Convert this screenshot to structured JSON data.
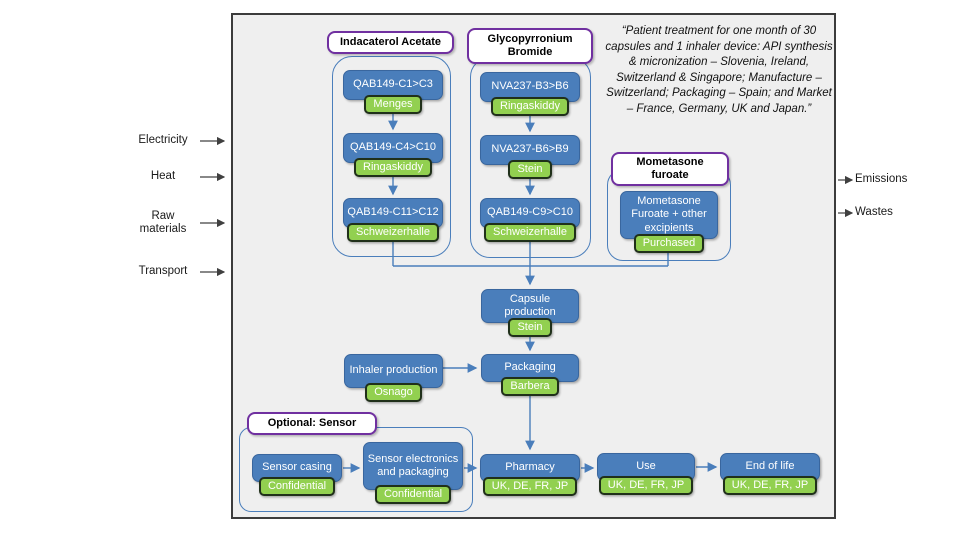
{
  "quote": {
    "text": "“Patient treatment for one month of 30 capsules and 1 inhaler device: API synthesis & micronization – Slovenia, Ireland, Switzerland & Singapore; Manufacture – Switzerland; Packaging – Spain; and Market – France, Germany, UK and Japan.”"
  },
  "boundary_inputs": [
    {
      "label": "Electricity"
    },
    {
      "label": "Heat"
    },
    {
      "label": "Raw materials"
    },
    {
      "label": "Transport"
    }
  ],
  "boundary_outputs": [
    {
      "label": "Emissions"
    },
    {
      "label": "Wastes"
    }
  ],
  "groups": {
    "indacaterol": {
      "title": "Indacaterol Acetate",
      "steps": [
        {
          "label": "QAB149-C1>C3",
          "site": "Menges"
        },
        {
          "label": "QAB149-C4>C10",
          "site": "Ringaskiddy"
        },
        {
          "label": "QAB149-C11>C12",
          "site": "Schweizerhalle"
        }
      ]
    },
    "glycopyrronium": {
      "title": "Glycopyrronium Bromide",
      "steps": [
        {
          "label": "NVA237-B3>B6",
          "site": "Ringaskiddy"
        },
        {
          "label": "NVA237-B6>B9",
          "site": "Stein"
        },
        {
          "label": "QAB149-C9>C10",
          "site": "Schweizerhalle"
        }
      ]
    },
    "mometasone": {
      "title": "Mometasone furoate",
      "steps": [
        {
          "label": "Mometasone Furoate + other excipients",
          "site": "Purchased"
        }
      ]
    },
    "sensor": {
      "title": "Optional: Sensor",
      "steps": [
        {
          "label": "Sensor casing",
          "site": "Confidential"
        },
        {
          "label": "Sensor electronics and packaging",
          "site": "Confidential"
        }
      ]
    }
  },
  "nodes": {
    "capsule_production": {
      "label": "Capsule production",
      "site": "Stein"
    },
    "inhaler_production": {
      "label": "Inhaler production",
      "site": "Osnago"
    },
    "packaging": {
      "label": "Packaging",
      "site": "Barbera"
    },
    "pharmacy": {
      "label": "Pharmacy",
      "site": "UK, DE, FR, JP"
    },
    "use": {
      "label": "Use",
      "site": "UK, DE, FR, JP"
    },
    "end_of_life": {
      "label": "End of life",
      "site": "UK, DE, FR, JP"
    }
  },
  "colors": {
    "process_blue": "#4a7ebb",
    "site_green": "#92d050",
    "title_purple": "#7030a0",
    "boundary_fill": "#efefef"
  }
}
